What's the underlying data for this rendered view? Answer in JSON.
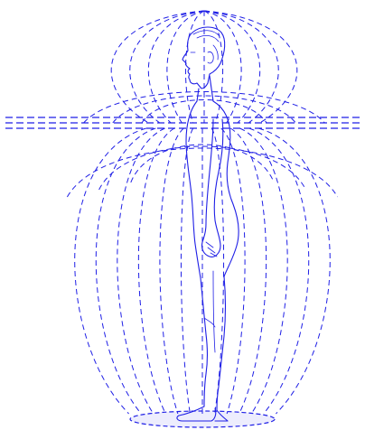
{
  "diagram": {
    "line_color": "#1f1fe6",
    "background_color": "#ffffff",
    "line_style": "dashed",
    "subject": "human-figure-side-view",
    "upper_field_line_count": 11,
    "lower_field_line_count": 13,
    "horizontal_plane_line_count": 3
  }
}
